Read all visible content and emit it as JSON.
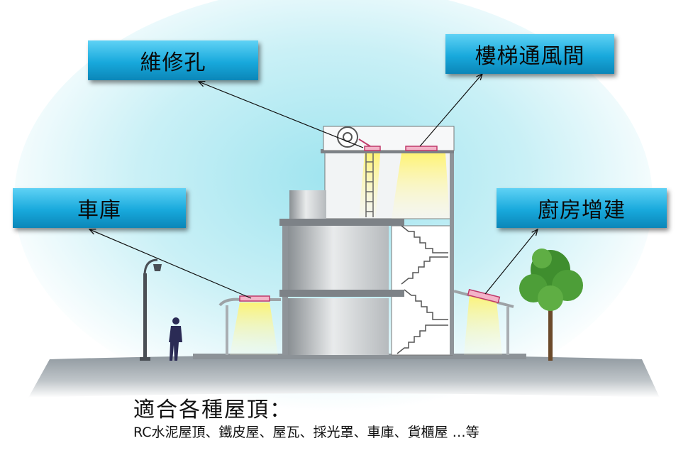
{
  "callouts": {
    "maintenance_hole": "維修孔",
    "stairwell_vent": "樓梯通風間",
    "garage": "車庫",
    "kitchen_extension": "廚房增建"
  },
  "caption": {
    "title": "適合各種屋頂：",
    "subtitle": "RC水泥屋頂、鐵皮屋、屋瓦、採光罩、車庫、貨櫃屋 …等"
  },
  "colors": {
    "callout_blue": "#18a9dc",
    "skylight_pink": "#e0729a",
    "light_yellow": "#fff06a",
    "sky_cyan": "#a8e8f2",
    "ground_gray": "#9aa3aa"
  },
  "icons": [
    "lamp-post-icon",
    "person-icon",
    "tree-icon",
    "ventilation-fan-icon",
    "ladder-icon",
    "staircase-icon"
  ]
}
